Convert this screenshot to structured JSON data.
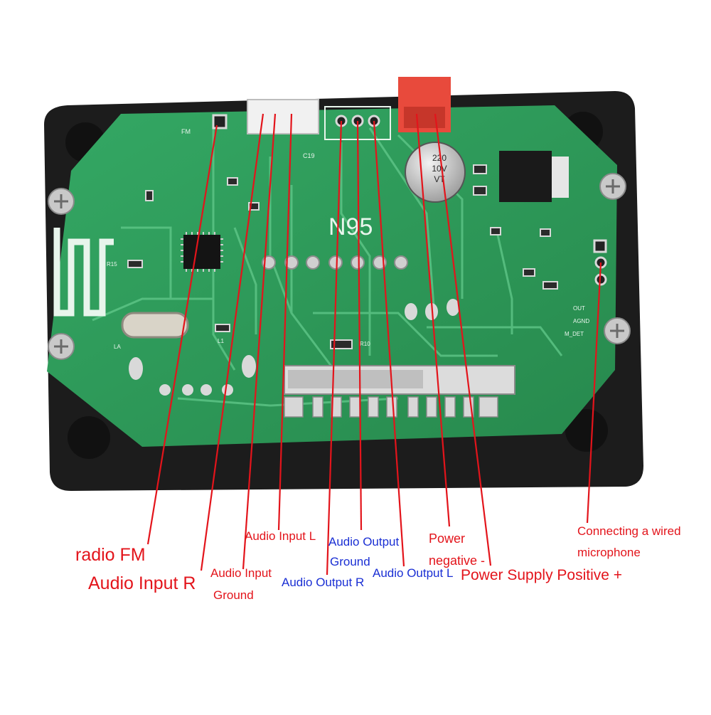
{
  "board": {
    "model": "N95",
    "capacitor_lines": [
      "220",
      "10V",
      "VT"
    ]
  },
  "silkscreen": {
    "fm": "FM",
    "c19": "C19",
    "pins_right": [
      "OUT",
      "AGND",
      "M_DET"
    ],
    "r10": "R10",
    "r15": "R15",
    "l1": "L1",
    "la": "LA"
  },
  "callouts": {
    "radio_fm": "radio FM",
    "audio_input_r": "Audio Input R",
    "audio_input_ground_1": "Audio Input",
    "audio_input_ground_2": "Ground",
    "audio_input_l": "Audio Input L",
    "audio_output_ground_1": "Audio Output",
    "audio_output_ground_2": "Ground",
    "audio_output_r": "Audio Output R",
    "audio_output_l": "Audio Output L",
    "power_negative_1": "Power",
    "power_negative_2": "negative -",
    "power_supply_positive": "Power Supply Positive +",
    "wired_mic_1": "Connecting a wired",
    "wired_mic_2": "microphone"
  },
  "colors": {
    "pcb_green": "#2f9e5a",
    "case_black": "#1c1c1c",
    "label_red": "#e3141b",
    "label_blue": "#1a2fd4",
    "connector_red": "#e84a3c"
  }
}
